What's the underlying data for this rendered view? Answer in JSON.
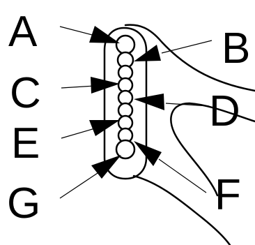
{
  "labels": {
    "a": "A",
    "b": "B",
    "c": "C",
    "d": "D",
    "e": "E",
    "f": "F",
    "g": "G"
  },
  "colors": {
    "ink": "#000000",
    "background": "#ffffff"
  }
}
